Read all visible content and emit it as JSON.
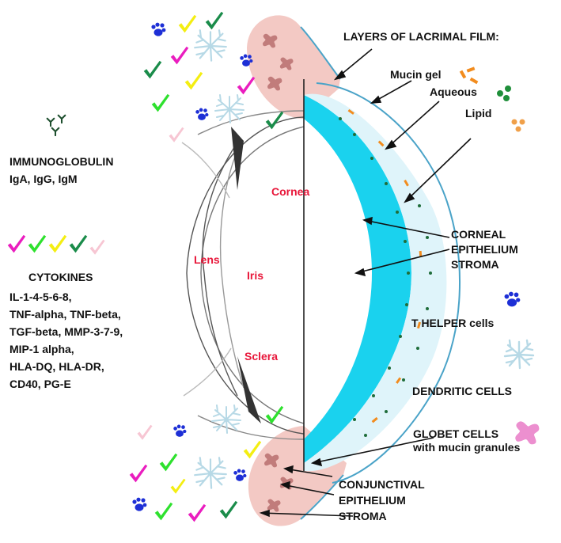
{
  "labels": {
    "layers_title": "LAYERS OF LACRIMAL FILM:",
    "mucin_gel": "Mucin gel",
    "aqueous": "Aqueous",
    "lipid": "Lipid",
    "immunoglobulin_title": "IMMUNOGLOBULIN",
    "immunoglobulin_types": "IgA, IgG, IgM",
    "cytokines_title": "CYTOKINES",
    "cytokines_list": [
      "IL-1-4-5-6-8,",
      "TNF-alpha, TNF-beta,",
      "TGF-beta, MMP-3-7-9,",
      "MIP-1 alpha,",
      "HLA-DQ, HLA-DR,",
      "CD40, PG-E"
    ],
    "cornea": "Cornea",
    "lens": "Lens",
    "iris": "Iris",
    "sclera": "Sclera",
    "corneal": [
      "CORNEAL",
      "EPITHELIUM",
      "STROMA"
    ],
    "t_helper": "T HELPER cells",
    "dendritic": "DENDRITIC CELLS",
    "globet": [
      "GLOBET CELLS",
      "with mucin granules"
    ],
    "conjunctival": [
      "CONJUNCTIVAL",
      "EPITHELIUM",
      "STROMA"
    ]
  },
  "colors": {
    "eye_label": "#e8173a",
    "stroma": "#1ad2ee",
    "epithelium": "#dff4fa",
    "conjunctiva": "#f3c9c4",
    "t_helper": "#1d2fd6",
    "dendritic": "#b7d9e6",
    "globet": "#ec8fcf",
    "check_green": "#1a8c4a",
    "check_lime": "#2ee12e",
    "check_yellow": "#f4ee12",
    "check_magenta": "#ea1dbf",
    "check_pink": "#f7c6d3",
    "mucin": "#f28c1e",
    "aqueous": "#1f8f3a",
    "lipid": "#f0a04a",
    "immunoglobulin": "#1e4f2e"
  },
  "icons": [
    "check-icon",
    "t-helper-cell-icon",
    "dendritic-cell-icon",
    "immunoglobulin-icon",
    "globet-cell-icon",
    "mucin-icon",
    "aqueous-icon",
    "lipid-icon"
  ]
}
